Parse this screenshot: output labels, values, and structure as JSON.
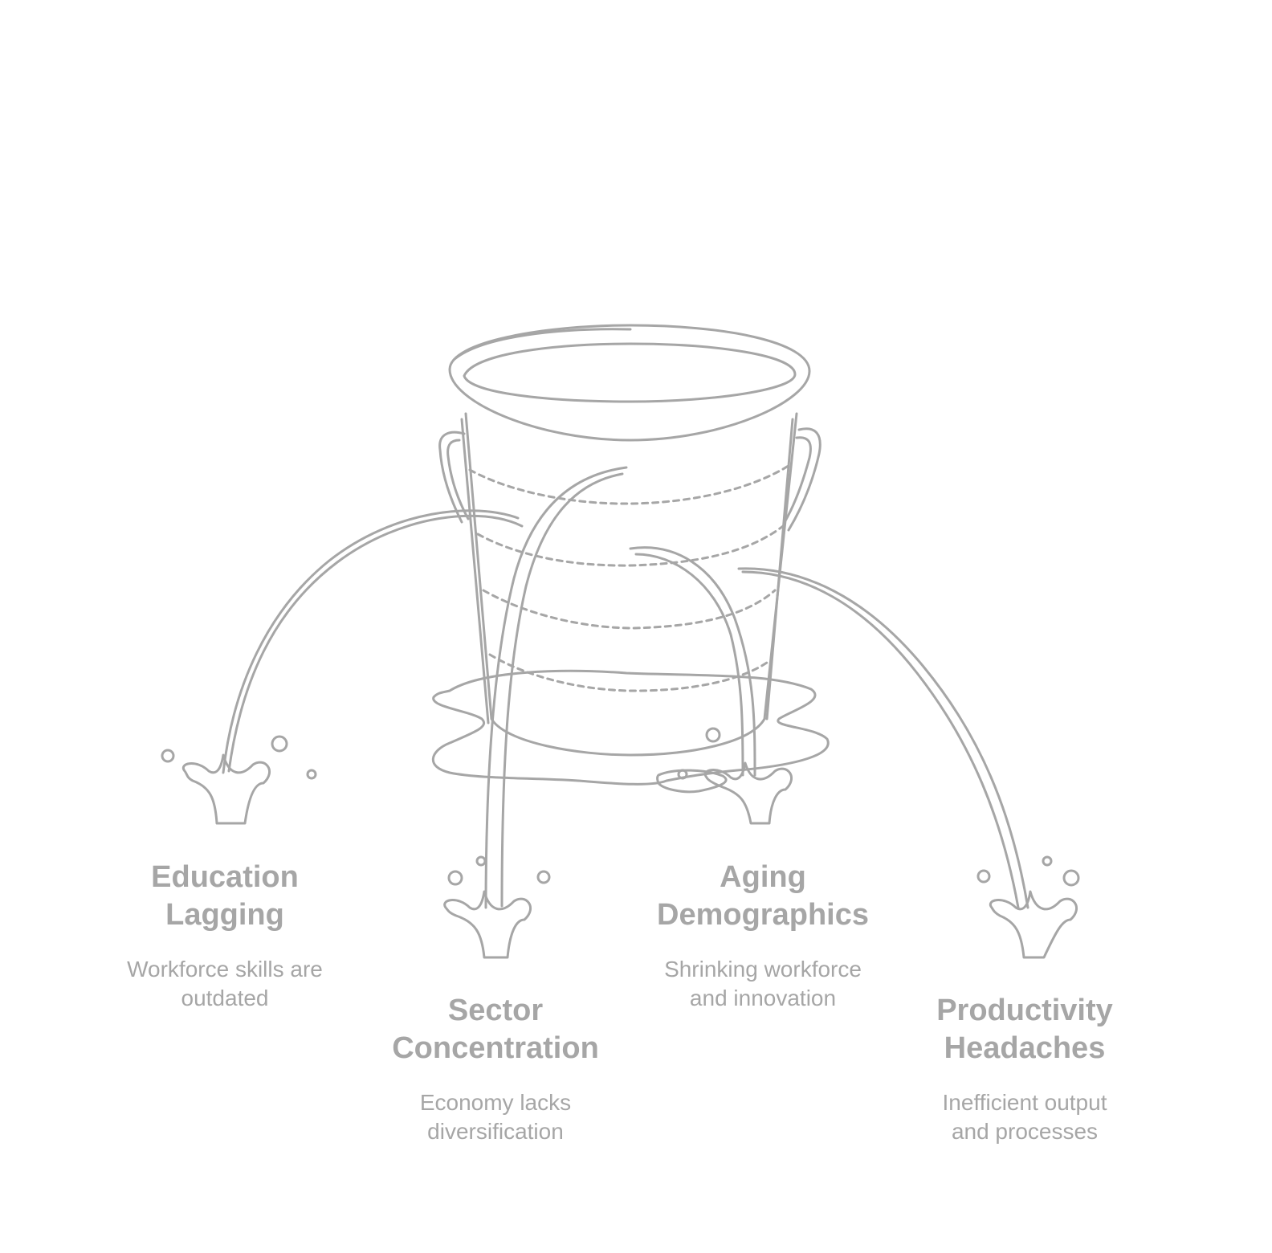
{
  "colors": {
    "stroke": "#a6a6a6",
    "text": "#a6a6a6",
    "background": "#ffffff"
  },
  "leaks": [
    {
      "id": "education",
      "title_lines": [
        "Education",
        "Lagging"
      ],
      "desc_lines": [
        "Workforce skills are",
        "outdated"
      ]
    },
    {
      "id": "sector",
      "title_lines": [
        "Sector",
        "Concentration"
      ],
      "desc_lines": [
        "Economy lacks",
        "diversification"
      ]
    },
    {
      "id": "aging",
      "title_lines": [
        "Aging",
        "Demographics"
      ],
      "desc_lines": [
        "Shrinking workforce",
        "and innovation"
      ]
    },
    {
      "id": "productivity",
      "title_lines": [
        "Productivity",
        "Headaches"
      ],
      "desc_lines": [
        "Inefficient output",
        "and processes"
      ]
    }
  ]
}
